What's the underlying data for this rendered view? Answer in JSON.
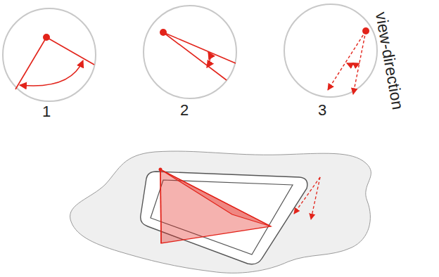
{
  "diagram": {
    "labels": [
      "1",
      "2",
      "3",
      "view-direction"
    ]
  }
}
